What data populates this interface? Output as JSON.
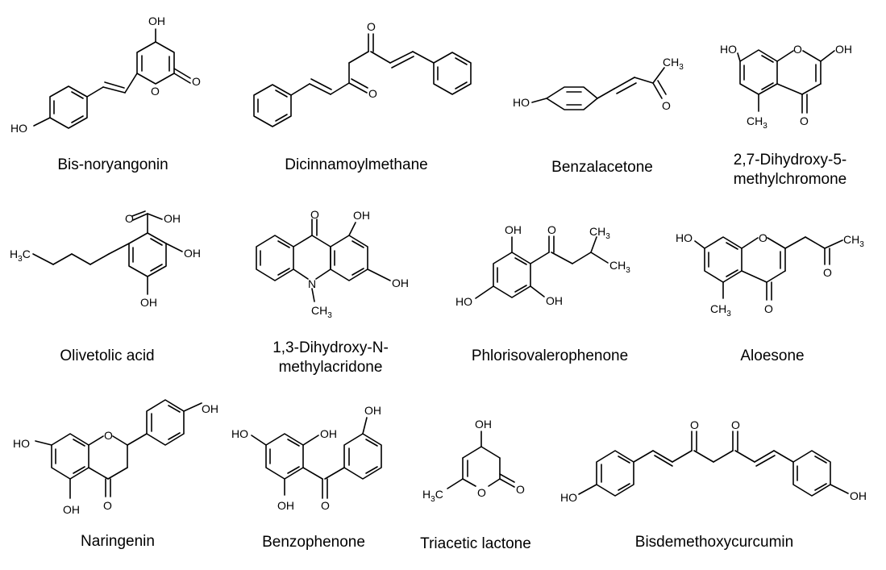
{
  "compounds": [
    {
      "name": "Bis-noryangonin",
      "name_lines": [
        "Bis-noryangonin"
      ]
    },
    {
      "name": "Dicinnamoylmethane",
      "name_lines": [
        "Dicinnamoylmethane"
      ]
    },
    {
      "name": "Benzalacetone",
      "name_lines": [
        "Benzalacetone"
      ]
    },
    {
      "name": "2,7-Dihydroxy-5-methylchromone",
      "name_lines": [
        "2,7-Dihydroxy-5-",
        "methylchromone"
      ]
    },
    {
      "name": "Olivetolic acid",
      "name_lines": [
        "Olivetolic acid"
      ]
    },
    {
      "name": "1,3-Dihydroxy-N-methylacridone",
      "name_lines": [
        "1,3-Dihydroxy-N-",
        "methylacridone"
      ]
    },
    {
      "name": "Phlorisovalerophenone",
      "name_lines": [
        "Phlorisovalerophenone"
      ]
    },
    {
      "name": "Aloesone",
      "name_lines": [
        "Aloesone"
      ]
    },
    {
      "name": "Naringenin",
      "name_lines": [
        "Naringenin"
      ]
    },
    {
      "name": "Benzophenone",
      "name_lines": [
        "Benzophenone"
      ]
    },
    {
      "name": "Triacetic lactone",
      "name_lines": [
        "Triacetic lactone"
      ]
    },
    {
      "name": "Bisdemethoxycurcumin",
      "name_lines": [
        "Bisdemethoxycurcumin"
      ]
    }
  ],
  "atom_labels": {
    "OH": "OH",
    "HO": "HO",
    "O": "O",
    "N": "N",
    "CH": "CH",
    "H": "H",
    "C": "C",
    "sub3": "3"
  }
}
